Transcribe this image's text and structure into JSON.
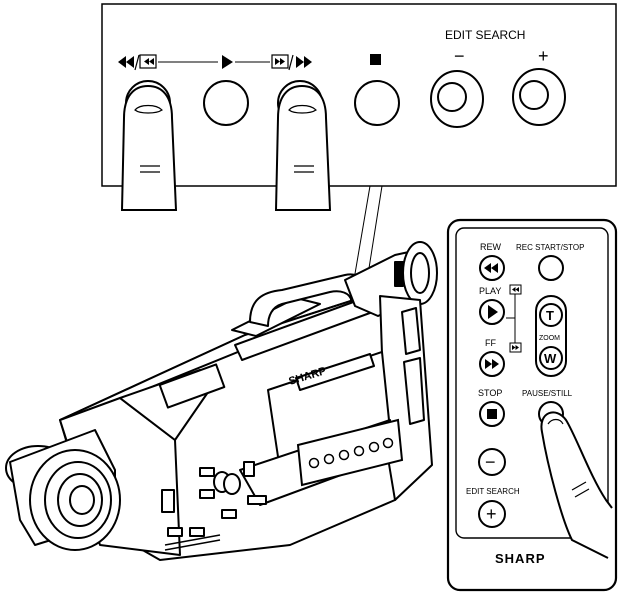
{
  "panel": {
    "edit_search_label": "EDIT SEARCH",
    "minus_label": "−",
    "plus_label": "+",
    "buttons": [
      {
        "name": "rewind-button",
        "icon": "rewind-icon"
      },
      {
        "name": "play-button",
        "icon": "play-icon"
      },
      {
        "name": "fast-forward-button",
        "icon": "fast-forward-icon"
      },
      {
        "name": "stop-button",
        "icon": "stop-icon"
      },
      {
        "name": "edit-search-minus-button",
        "icon": "minus-icon"
      },
      {
        "name": "edit-search-plus-button",
        "icon": "plus-icon"
      }
    ]
  },
  "camcorder": {
    "brand": "SHARP"
  },
  "remote": {
    "rew_label": "REW",
    "rec_label": "REC START/STOP",
    "play_label": "PLAY",
    "ff_label": "FF",
    "zoom_label": "ZOOM",
    "zoom_t_label": "T",
    "zoom_w_label": "W",
    "stop_label": "STOP",
    "pause_label": "PAUSE/STILL",
    "edit_search_label": "EDIT SEARCH",
    "minus_label": "−",
    "plus_label": "+",
    "brand": "SHARP"
  }
}
